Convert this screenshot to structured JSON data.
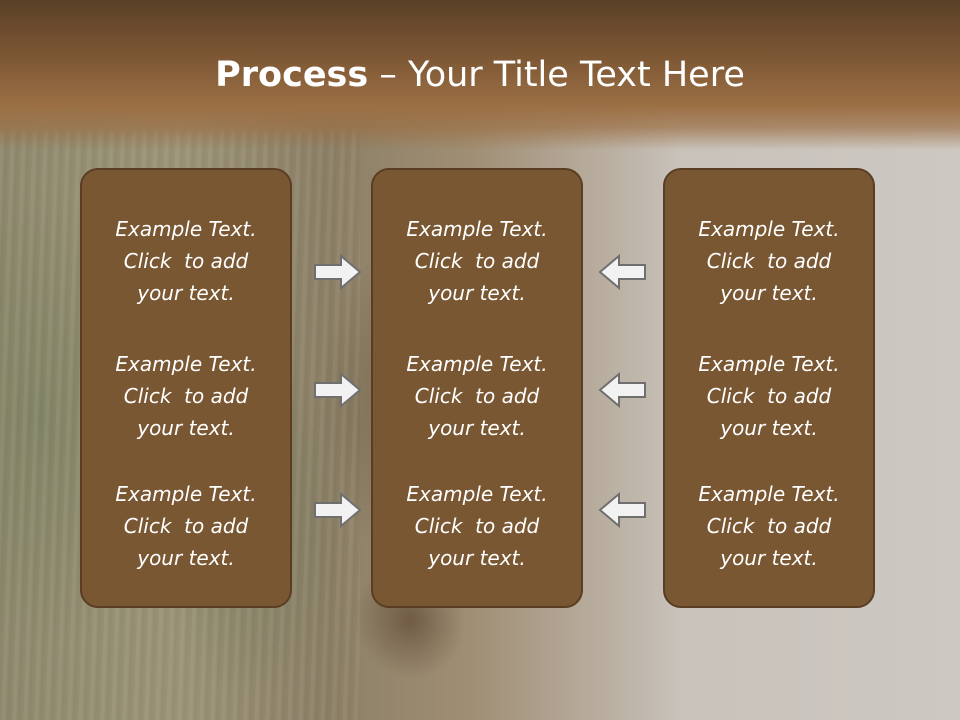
{
  "slide": {
    "title_bold": "Process",
    "title_rest": " – Your Title Text Here"
  },
  "columns": [
    {
      "blocks": [
        [
          "Example Text.",
          "Click  to add",
          "your text."
        ],
        [
          "Example Text.",
          "Click  to add",
          "your text."
        ],
        [
          "Example Text.",
          "Click  to add",
          "your text."
        ]
      ]
    },
    {
      "blocks": [
        [
          "Example Text.",
          "Click  to add",
          "your text."
        ],
        [
          "Example Text.",
          "Click  to add",
          "your text."
        ],
        [
          "Example Text.",
          "Click  to add",
          "your text."
        ]
      ]
    },
    {
      "blocks": [
        [
          "Example Text.",
          "Click  to add",
          "your text."
        ],
        [
          "Example Text.",
          "Click  to add",
          "your text."
        ],
        [
          "Example Text.",
          "Click  to add",
          "your text."
        ]
      ]
    }
  ],
  "arrows": {
    "left_side": "right-arrow-icon",
    "right_side": "left-arrow-icon"
  },
  "colors": {
    "box_fill": "#7a5733",
    "header_brown": "#7a5533",
    "arrow_fill": "#f2f2f2"
  }
}
